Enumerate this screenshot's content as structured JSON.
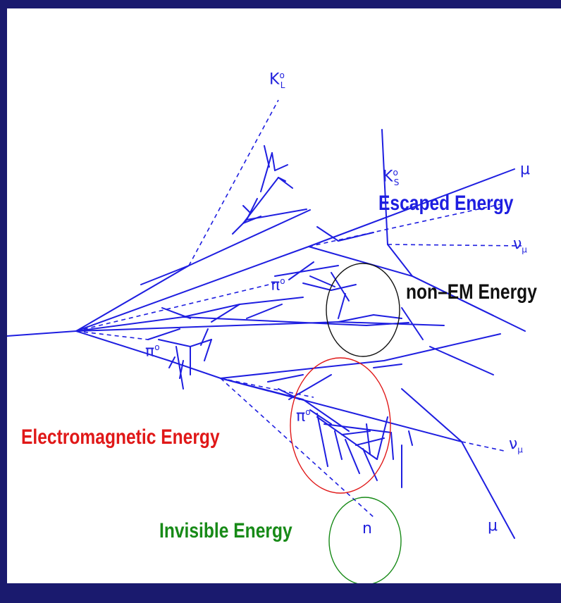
{
  "labels": {
    "escaped_energy": "Escaped Energy",
    "non_em_energy": "non–EM Energy",
    "electromagnetic_energy": "Electromagnetic Energy",
    "invisible_energy": "Invisible Energy"
  },
  "particles": {
    "k_long": {
      "base": "K",
      "sup": "o",
      "sub": "L"
    },
    "k_short": {
      "base": "K",
      "sup": "o",
      "sub": "S"
    },
    "mu_top": {
      "base": "μ"
    },
    "nu_mu_top": {
      "base": "ν",
      "sub": "μ"
    },
    "pi0_upper": {
      "base": "π",
      "sup": "o"
    },
    "pi0_left": {
      "base": "π",
      "sup": "o"
    },
    "pi0_center": {
      "base": "π",
      "sup": "o"
    },
    "nu_mu_bottom": {
      "base": "ν",
      "sub": "μ"
    },
    "mu_bottom": {
      "base": "μ"
    },
    "neutron": {
      "base": "n"
    }
  },
  "colors": {
    "background": "#1a1a6e",
    "panel": "#ffffff",
    "tracks": "#1e1ee0",
    "escaped_energy": "#1e1ee0",
    "non_em_energy": "#111111",
    "electromagnetic_energy": "#e01818",
    "invisible_energy": "#178a17"
  }
}
